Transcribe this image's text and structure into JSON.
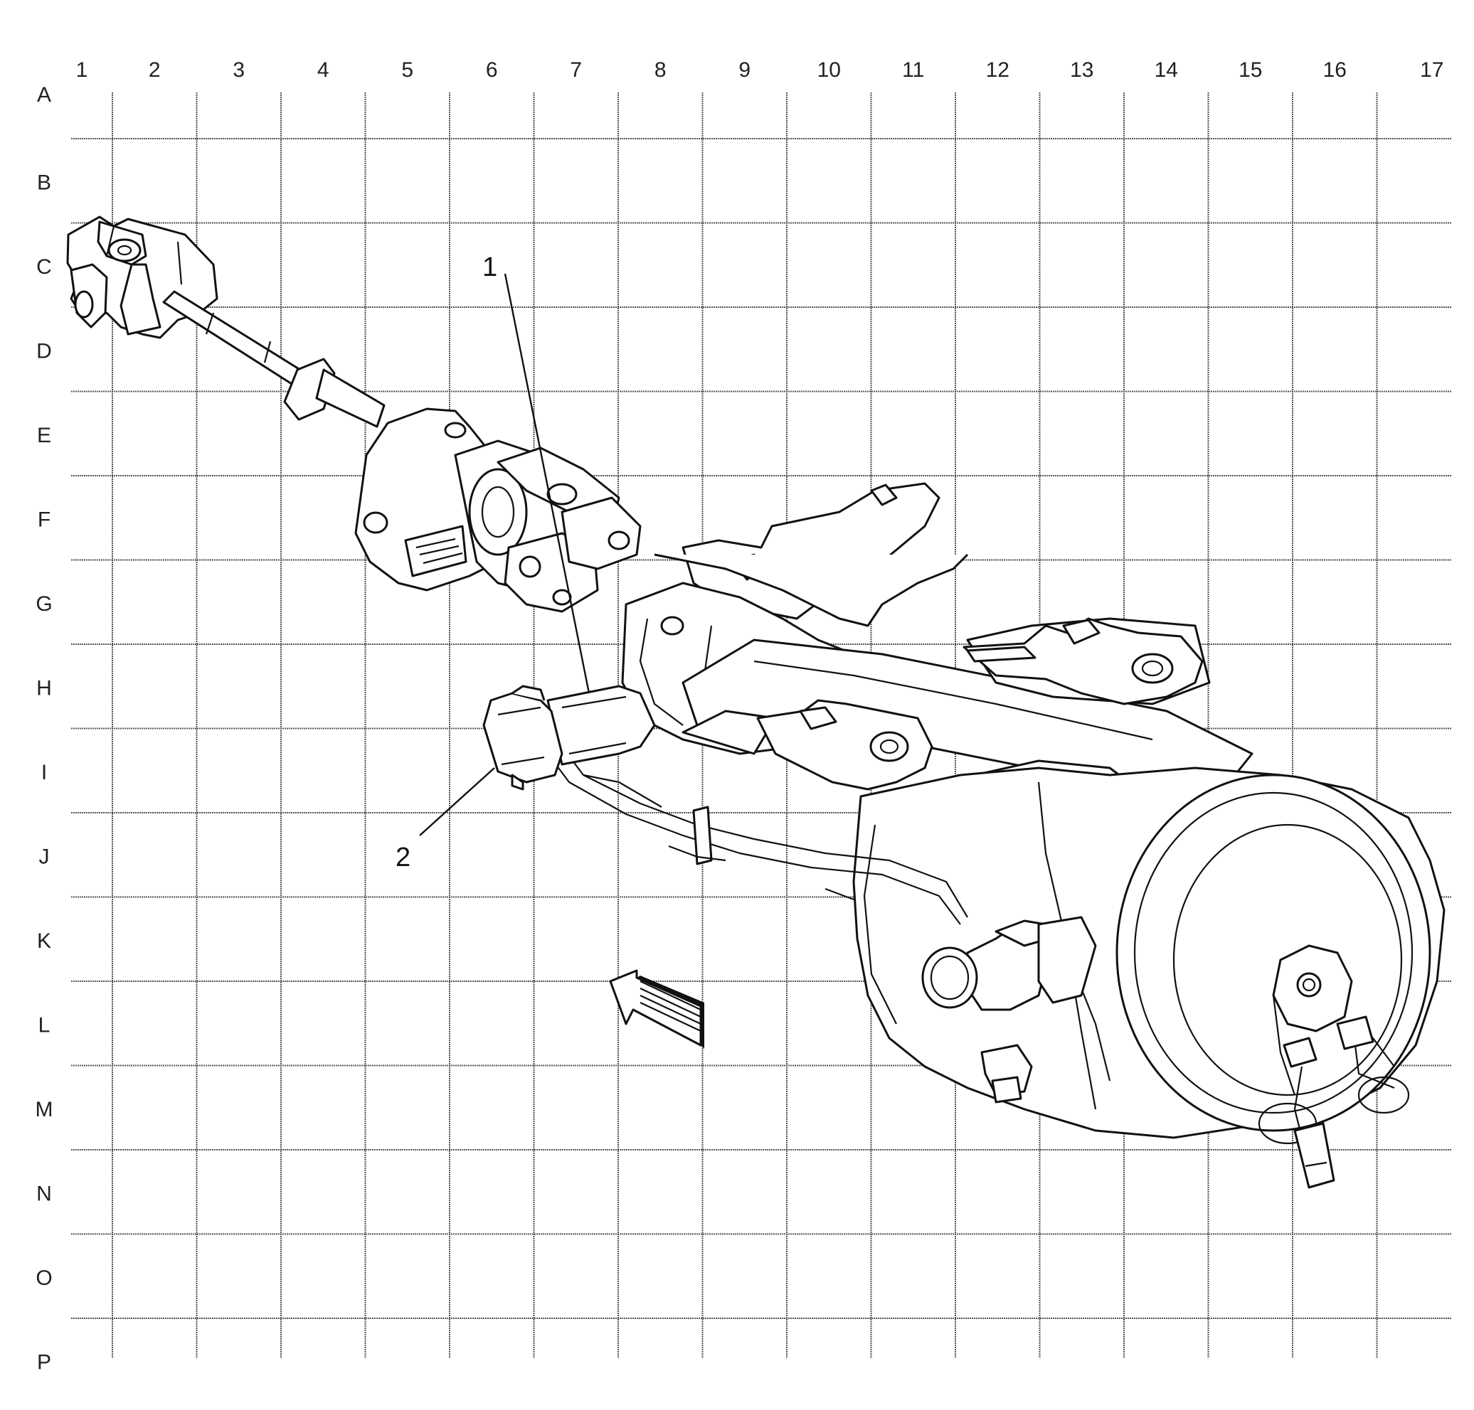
{
  "grid": {
    "columns": [
      "1",
      "2",
      "3",
      "4",
      "5",
      "6",
      "7",
      "8",
      "9",
      "10",
      "11",
      "12",
      "13",
      "14",
      "15",
      "16",
      "17"
    ],
    "rows": [
      "A",
      "B",
      "C",
      "D",
      "E",
      "F",
      "G",
      "H",
      "I",
      "J",
      "K",
      "L",
      "M",
      "N",
      "O",
      "P"
    ]
  },
  "callouts": [
    {
      "number": "1"
    },
    {
      "number": "2"
    }
  ],
  "icons": [
    "direction-arrow-icon"
  ]
}
